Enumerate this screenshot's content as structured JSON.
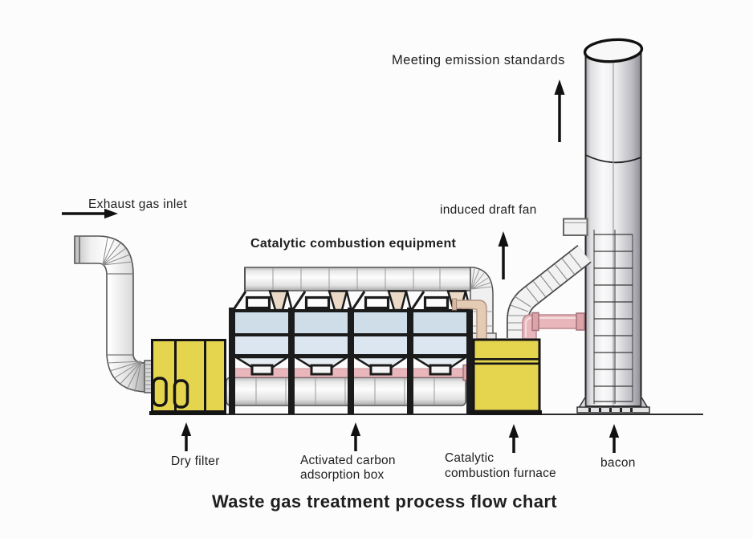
{
  "title": "Waste gas treatment process flow chart",
  "labels": {
    "exhaust_gas_inlet": "Exhaust gas inlet",
    "catalytic_combustion_equipment": "Catalytic combustion equipment",
    "meeting_emission_standards": "Meeting emission standards",
    "induced_draft_fan": "induced draft fan",
    "dry_filter": "Dry filter",
    "activated_carbon_line1": "Activated carbon",
    "activated_carbon_line2": "adsorption box",
    "catalytic_furnace_line1": "Catalytic",
    "catalytic_furnace_line2": "combustion furnace",
    "stack": "bacon"
  },
  "arrows": {
    "inlet": "right-arrow",
    "emission": "up-arrow",
    "fan": "up-arrow",
    "dry_filter": "up-arrow",
    "carbon": "up-arrow",
    "furnace": "up-arrow",
    "stack": "up-arrow"
  },
  "colors": {
    "equipment_yellow": "#e5d44e",
    "panel_blue_top": "#cfdde9",
    "panel_blue_bottom": "#dbe6f0",
    "funnel_gray_blue": "#e6edf2",
    "pipe_pink": "#e9b7bb",
    "pipe_pink_dark": "#dca3a9",
    "pipe_beige": "#e3cbb4",
    "hopper_beige": "#ead9c7",
    "frame_black": "#1b1b1b"
  }
}
